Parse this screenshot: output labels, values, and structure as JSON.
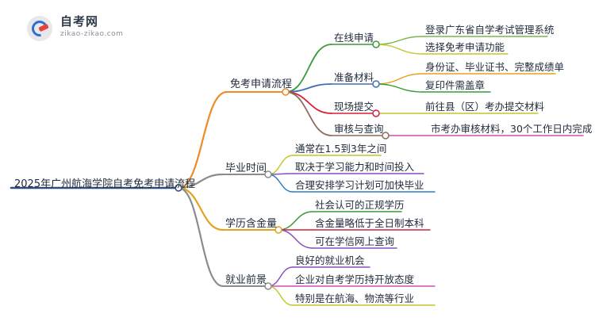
{
  "logo": {
    "brand": "自考网",
    "domain": "zikao-zikao.com"
  },
  "root": {
    "label": "2025年广州航海学院自考免考申请流程",
    "color": "#2b4f7d"
  },
  "branches": [
    {
      "label": "免考申请流程",
      "color": "#f08a24",
      "children": [
        {
          "label": "在线申请",
          "color": "#3a9a3a",
          "leaves": [
            "登录广东省自学考试管理系统",
            "选择免考申请功能"
          ],
          "leaf_colors": [
            "#7ab648",
            "#c2c72a"
          ]
        },
        {
          "label": "准备材料",
          "color": "#3f6fb5",
          "leaves": [
            "身份证、毕业证书、完整成绩单",
            "复印件需盖章"
          ],
          "leaf_colors": [
            "#e6a21a",
            "#3a9a3a"
          ]
        },
        {
          "label": "现场提交",
          "color": "#d4203a",
          "leaves": [
            "前往县（区）考办提交材料"
          ],
          "leaf_colors": [
            "#c2c72a"
          ]
        },
        {
          "label": "审核与查询",
          "color": "#8a6d5e",
          "leaves": [
            "市考办审核材料，30个工作日内完成"
          ],
          "leaf_colors": [
            "#d14fb3"
          ]
        }
      ]
    },
    {
      "label": "毕业时间",
      "color": "#8c8c8c",
      "children": [
        {
          "label": "通常在1.5到3年之间",
          "color": "#c2c72a",
          "leaves": []
        },
        {
          "label": "取决于学习能力和时间投入",
          "color": "#8a4fc2",
          "leaves": []
        },
        {
          "label": "合理安排学习计划可加快毕业",
          "color": "#2f7fc1",
          "leaves": []
        }
      ]
    },
    {
      "label": "学历含金量",
      "color": "#e6a21a",
      "children": [
        {
          "label": "社会认可的正规学历",
          "color": "#3a9a3a",
          "leaves": []
        },
        {
          "label": "含金量略低于全日制本科",
          "color": "#d4203a",
          "leaves": []
        },
        {
          "label": "可在学信网上查询",
          "color": "#8a4fc2",
          "leaves": []
        }
      ]
    },
    {
      "label": "就业前景",
      "color": "#8c8c8c",
      "children": [
        {
          "label": "良好的就业机会",
          "color": "#8a4fc2",
          "leaves": []
        },
        {
          "label": "企业对自考学历持开放态度",
          "color": "#d14fb3",
          "leaves": []
        },
        {
          "label": "特别是在航海、物流等行业",
          "color": "#c2c72a",
          "leaves": []
        }
      ]
    }
  ]
}
